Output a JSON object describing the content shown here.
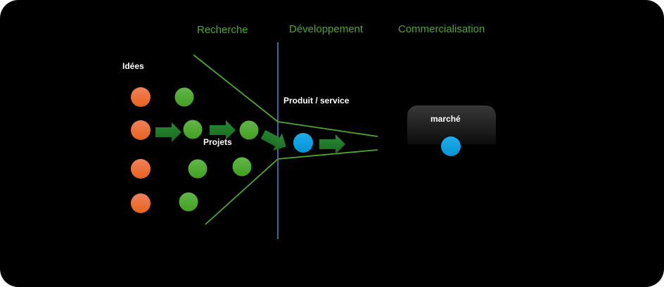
{
  "phases": [
    "Recherche",
    "Développement",
    "Commercialisation"
  ],
  "labels": {
    "ideas": "Idées",
    "projects": "Projets",
    "product": "Produit / service",
    "market": "marché"
  },
  "colors": {
    "phase_text": "#4ea72e",
    "idea": "#ee6a2a",
    "project": "#4fab2f",
    "product": "#0ea3e0",
    "funnel_line": "#4ea72e",
    "divider": "#2e6f9e",
    "arrow": "#1e7a26"
  }
}
